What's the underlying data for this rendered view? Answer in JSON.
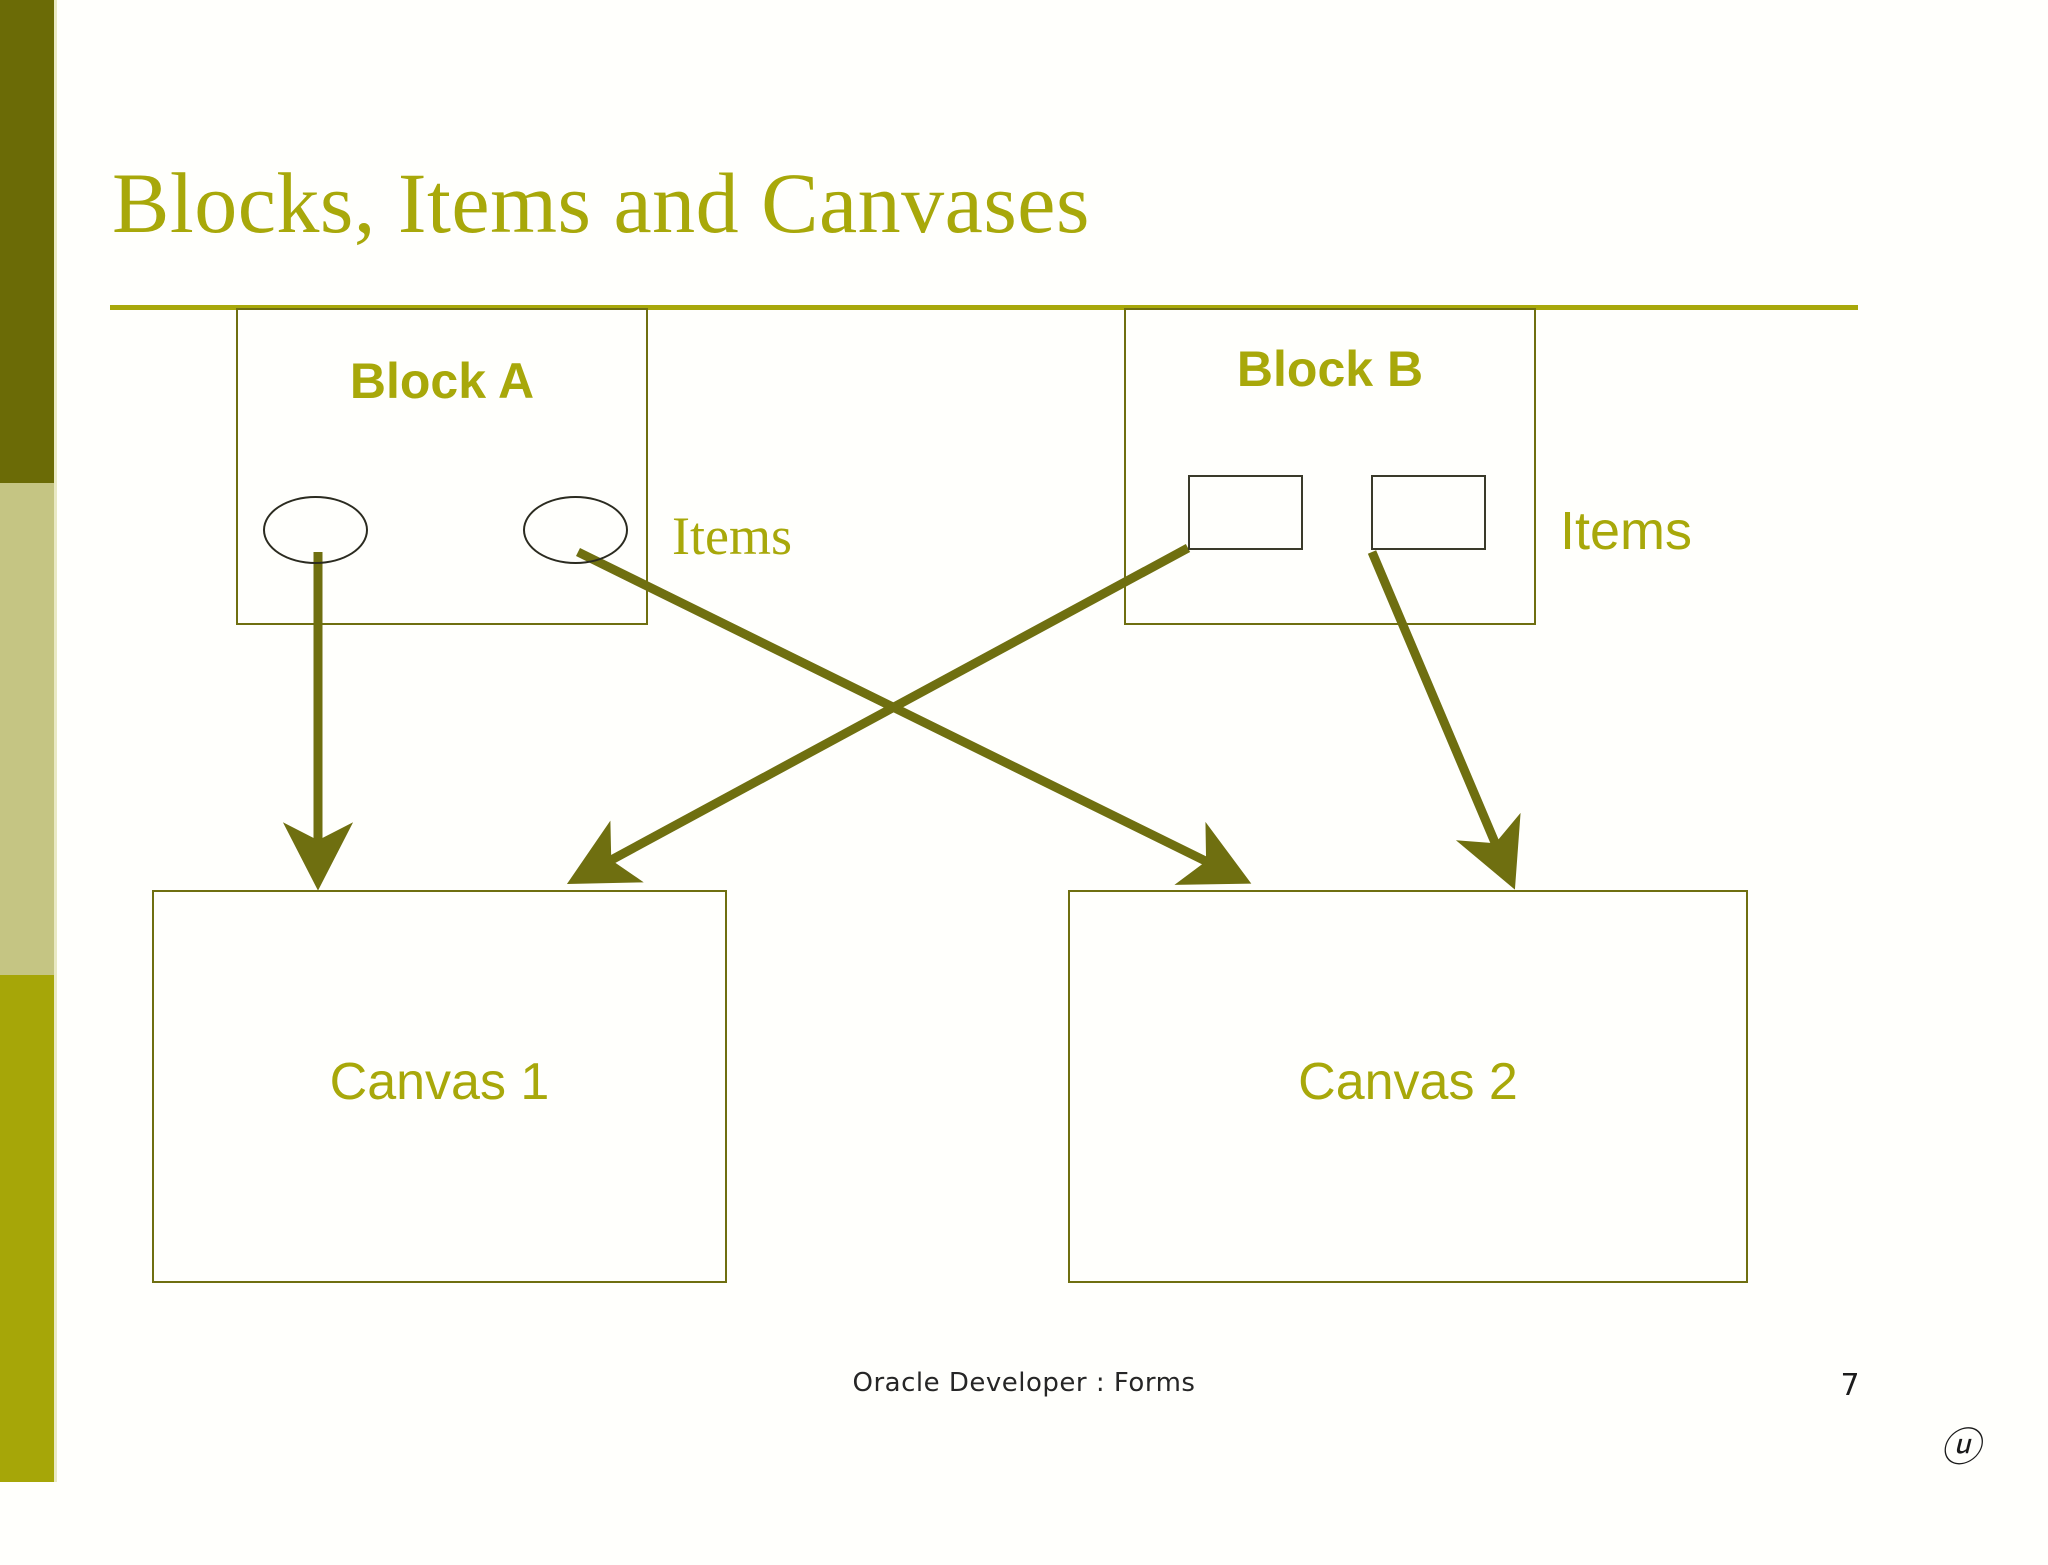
{
  "slide": {
    "title": "Blocks, Items and Canvases",
    "accent_color": "#a8a80a",
    "line_color": "#6f6f10",
    "background": "#fffffc"
  },
  "sidebar": {
    "bands": [
      {
        "name": "band-dark",
        "color": "#6b6b06"
      },
      {
        "name": "band-light",
        "color": "#c5c583"
      },
      {
        "name": "band-bright",
        "color": "#a6a608"
      }
    ]
  },
  "diagram": {
    "type": "relationship",
    "blocks": [
      {
        "label": "Block A",
        "items_label": "Items",
        "items_shape": "ellipse",
        "item_count": 2
      },
      {
        "label": "Block B",
        "items_label": "Items",
        "items_shape": "rectangle",
        "item_count": 2
      }
    ],
    "canvases": [
      {
        "label": "Canvas 1"
      },
      {
        "label": "Canvas 2"
      }
    ],
    "connections": [
      {
        "from": "Block A item 1",
        "to": "Canvas 1"
      },
      {
        "from": "Block A item 2",
        "to": "Canvas 2"
      },
      {
        "from": "Block B item 1",
        "to": "Canvas 1"
      },
      {
        "from": "Block B item 2",
        "to": "Canvas 2"
      }
    ]
  },
  "footer": {
    "text": "Oracle Developer : Forms",
    "page_number": "7",
    "logo_glyph": "ⓤ"
  }
}
